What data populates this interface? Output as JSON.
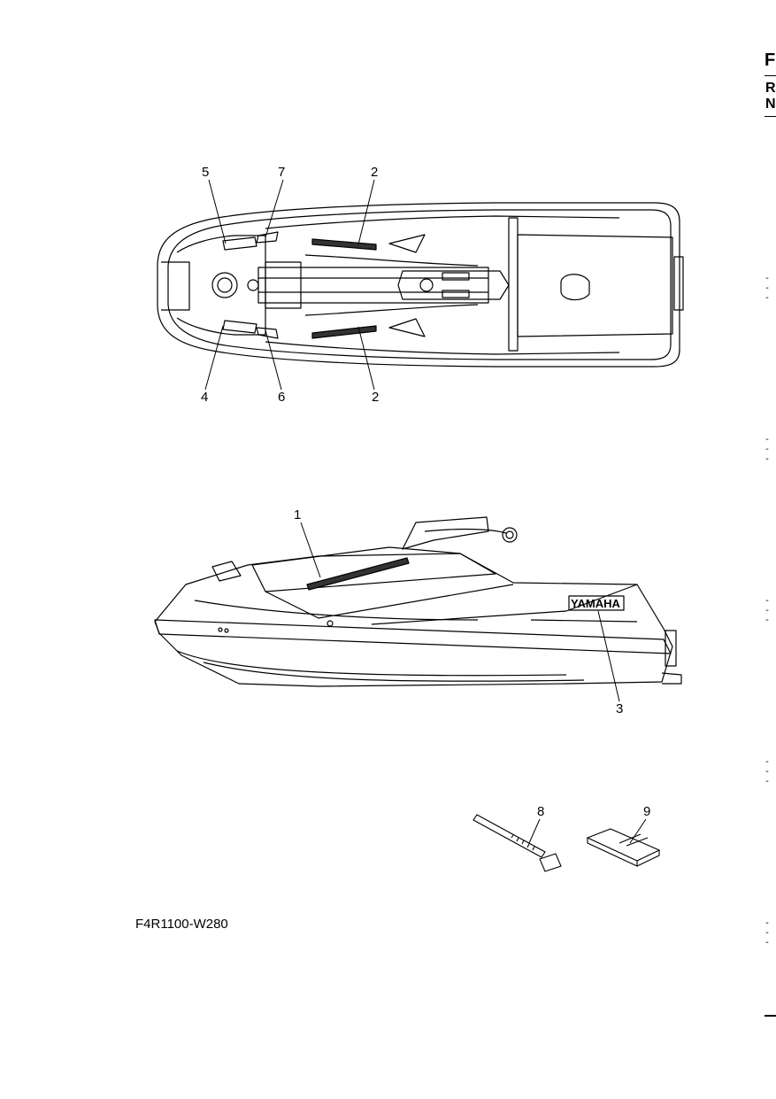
{
  "header": {
    "letter_f": "F",
    "letter_r": "R",
    "letter_n": "N"
  },
  "callouts": {
    "top_view": {
      "c5": "5",
      "c7": "7",
      "c2a": "2",
      "c4": "4",
      "c6": "6",
      "c2b": "2"
    },
    "side_view": {
      "c1": "1",
      "c3": "3"
    },
    "accessories": {
      "c8": "8",
      "c9": "9"
    }
  },
  "decal_text": "YAMAHA",
  "figure_code": "F4R1100-W280",
  "margin_marks": {
    "mark": "- - -"
  }
}
